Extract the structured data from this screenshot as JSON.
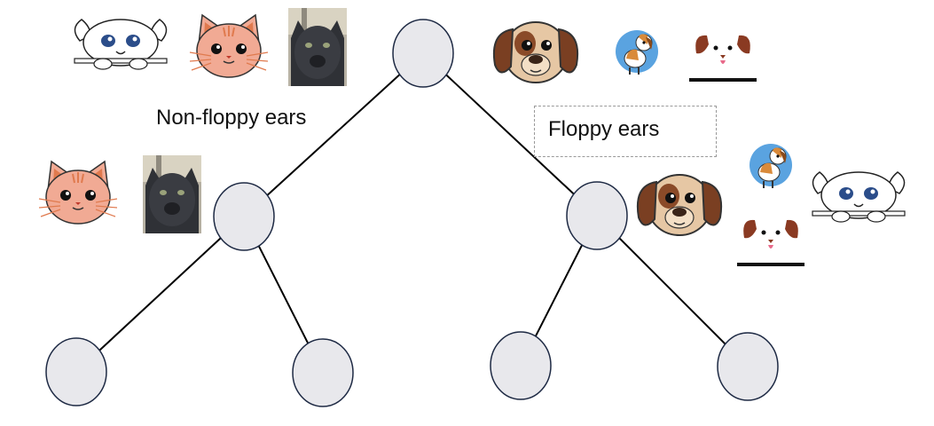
{
  "labels": {
    "left_branch": "Non-floppy ears",
    "right_branch": "Floppy ears"
  },
  "colors": {
    "node_fill": "#e8e8ec",
    "node_stroke": "#1e2a44",
    "edge": "#000000",
    "cat_orange": "#f1aa94",
    "dog_brown": "#7a3f22",
    "dog_tan": "#e6c7a4",
    "white_cat": "#ffffff",
    "black_cat": "#2f3136"
  },
  "tree": {
    "nodes": [
      "root",
      "left",
      "right",
      "left-left",
      "left-right",
      "right-left",
      "right-right"
    ],
    "edges": [
      [
        "root",
        "left"
      ],
      [
        "root",
        "right"
      ],
      [
        "left",
        "left-left"
      ],
      [
        "left",
        "left-right"
      ],
      [
        "right",
        "right-left"
      ],
      [
        "right",
        "right-right"
      ]
    ]
  },
  "images": {
    "top_row": [
      "white-cat-icon",
      "orange-cat-icon",
      "black-cat-photo",
      "brown-dog-icon",
      "beagle-icon",
      "white-dog-icon"
    ],
    "left_group": [
      "orange-cat-icon",
      "black-cat-photo"
    ],
    "right_group": [
      "brown-dog-icon",
      "beagle-icon",
      "white-dog-icon",
      "white-cat-icon"
    ]
  }
}
